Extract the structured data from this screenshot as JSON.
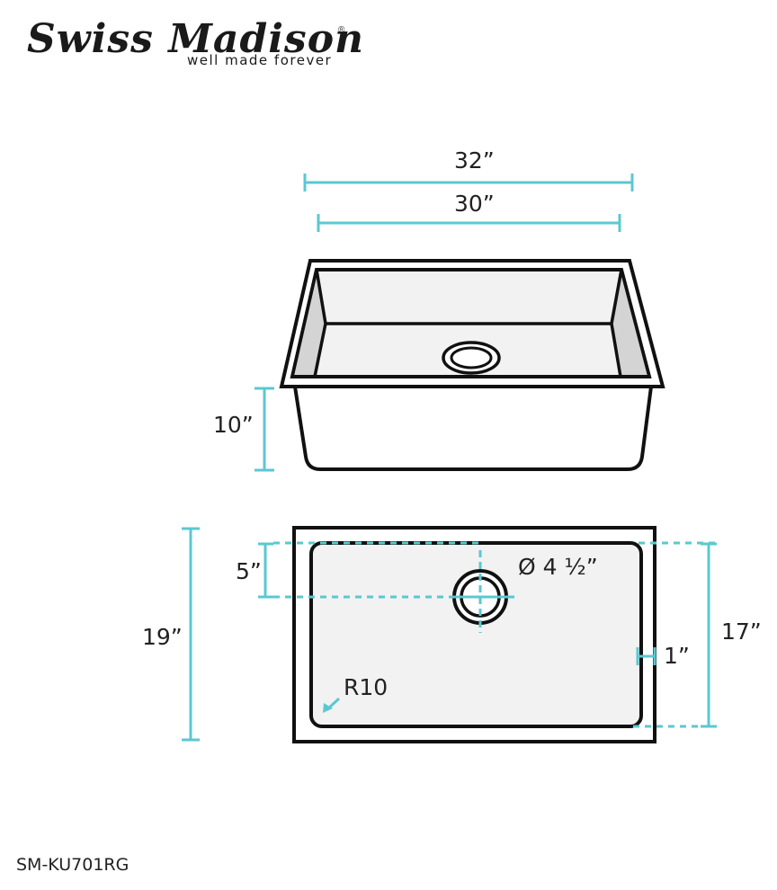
{
  "brand": {
    "name": "Swiss Madison",
    "registered": "®",
    "tagline": "well made forever"
  },
  "colors": {
    "dimension": "#5BC8D0",
    "outline": "#111111",
    "basin_fill": "#F2F2F2",
    "side_fill": "#D4D4D4"
  },
  "perspective_view": {
    "overall_width": "32”",
    "basin_width": "30”",
    "depth": "10”"
  },
  "top_view": {
    "overall_length": "19”",
    "basin_length": "17”",
    "drain_offset": "5”",
    "drain_diameter": "Ø 4 ½”",
    "rim_width": "1”",
    "corner_radius": "R10"
  },
  "model_number": "SM-KU701RG"
}
